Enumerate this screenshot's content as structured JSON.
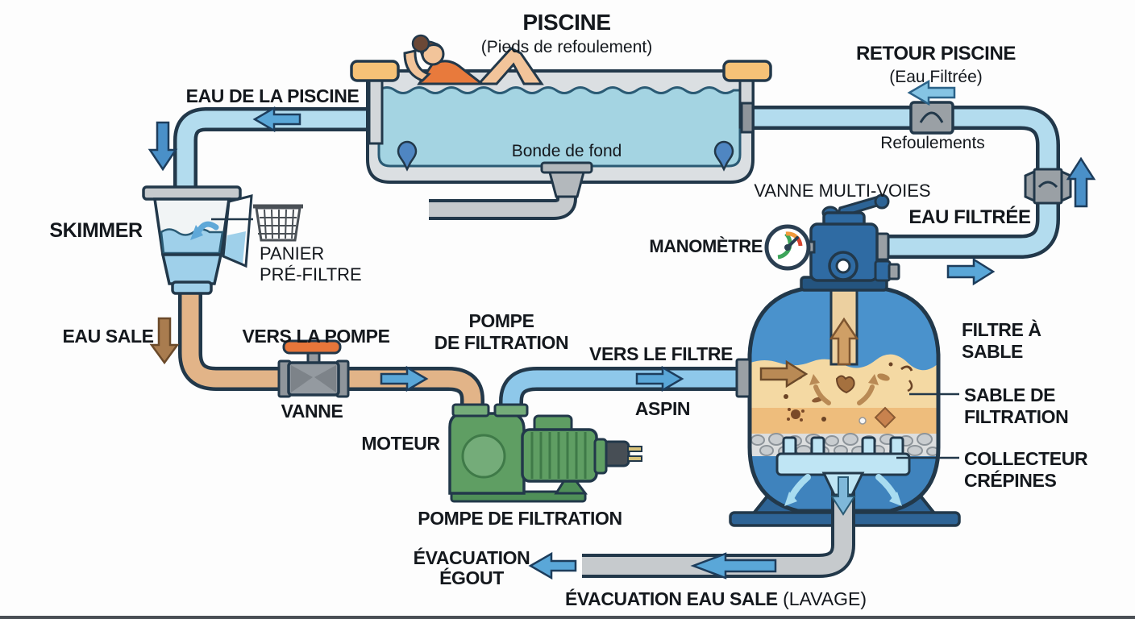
{
  "title": {
    "main": "PISCINE",
    "sub": "(Pieds de refoulement)"
  },
  "pool": {
    "bottom_drain": "Bonde de fond"
  },
  "labels": {
    "eau_de_la_piscine": "EAU DE LA PISCINE",
    "skimmer": "SKIMMER",
    "panier_line1": "PANIER",
    "panier_line2": "PRÉ-FILTRE",
    "eau_sale": "EAU SALE",
    "vers_la_pompe": "VERS LA POMPE",
    "vanne": "VANNE",
    "pompe_line1": "POMPE",
    "pompe_line2": "DE FILTRATION",
    "moteur": "MOTEUR",
    "vers_le_filtre": "VERS LE FILTRE",
    "aspin": "ASPIN",
    "pompe_bottom": "POMPE DE FILTRATION",
    "retour_piscine": "RETOUR PISCINE",
    "retour_piscine_sub": "(Eau Filtrée)",
    "refoulements": "Refoulements",
    "vanne_multi_voies": "VANNE MULTI-VOIES",
    "manometre": "MANOMÈTRE",
    "eau_filtree": "EAU FILTRÉE",
    "filtre_a_sable_line1": "FILTRE À",
    "filtre_a_sable_line2": "SABLE",
    "sable_line1": "SABLE DE",
    "sable_line2": "FILTRATION",
    "collecteur_line1": "COLLECTEUR",
    "collecteur_line2": "CRÉPINES",
    "evac_egout_line1": "ÉVACUATION",
    "evac_egout_line2": "ÉGOUT",
    "evac_eau_sale_bold": "ÉVACUATION EAU SALE",
    "evac_eau_sale_regular": " (LAVAGE)"
  },
  "icons": {
    "gauge": "pressure-gauge",
    "basket": "pre-filter-basket",
    "plug": "power-plug"
  },
  "colors": {
    "outline": "#22384a",
    "water": "#a4d4e2",
    "pipe_blue": "#b3dcee",
    "pipe_tan": "#e2b488",
    "pipe_gray": "#c6cacd",
    "pump_green": "#5f9e63",
    "tank_blue": "#4a92cc",
    "tank_dark_blue": "#2e6496",
    "sand": "#f4d9a3",
    "sand_orange": "#eebd7c",
    "gravel": "#dcdedf",
    "collector_blue": "#bfe5f4",
    "arrow_blue": "#5aa7d8",
    "arrow_brown": "#b98a55",
    "valve_orange": "#e8763a",
    "swimsuit_orange": "#e87a3c",
    "gauge_green": "#3da55a",
    "gauge_orange": "#f09a3c",
    "gauge_red": "#d8452e"
  }
}
